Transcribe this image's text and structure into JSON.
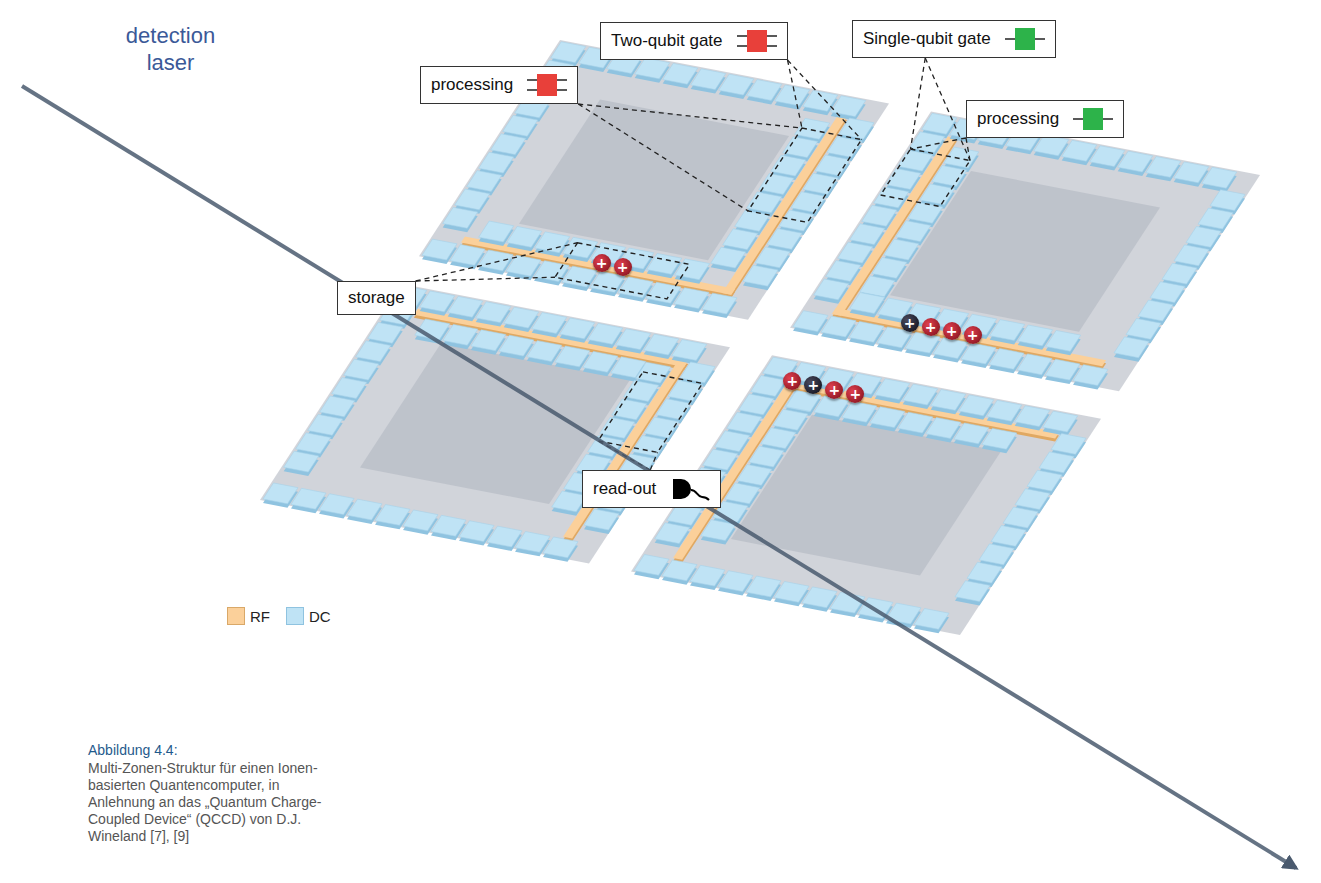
{
  "diagram": {
    "caption": "Multi-Zonen-Struktur für einen Ionen-basierten Quantencomputer, in Anlehnung an das „Quantum Charge-Coupled Device“ (QCCD) von D.J. Wineland [7], [9]",
    "nodes": [
      {
        "text": [
          "Two-qubit gate"
        ]
      },
      {
        "text": [
          "Single-qubit gate"
        ]
      },
      {
        "text": [
          "processing"
        ]
      },
      {
        "text": [
          "processing"
        ]
      },
      {
        "text": [
          "storage"
        ]
      },
      {
        "text": [
          "read-out"
        ]
      }
    ],
    "labels": [
      "detection laser",
      "Abbildung 4.4:",
      "+",
      "+",
      "+",
      "+",
      "+",
      "+",
      "+",
      "+",
      "+",
      "+"
    ],
    "legend": [
      {
        "text": "RF",
        "color": "#fbd09a"
      },
      {
        "text": "DC",
        "color": "#bfe3f5"
      }
    ]
  }
}
